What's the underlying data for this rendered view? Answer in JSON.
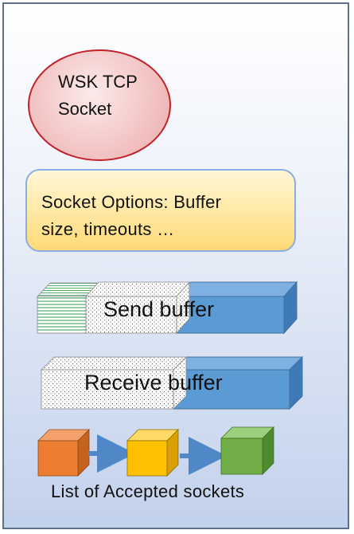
{
  "socket": {
    "label": "WSK TCP\nSocket",
    "border_color": "#c0222a"
  },
  "options": {
    "label": "Socket Options: Buffer\nsize, timeouts …"
  },
  "send_buffer": {
    "label": "Send buffer"
  },
  "receive_buffer": {
    "label": "Receive buffer"
  },
  "accepted": {
    "label": "List of Accepted sockets",
    "cube_colors": [
      "#ed7d31",
      "#ffc000",
      "#70ad47"
    ]
  },
  "colors": {
    "buffer_blue": "#5b9bd5",
    "arrow_blue": "#4f87c7"
  }
}
